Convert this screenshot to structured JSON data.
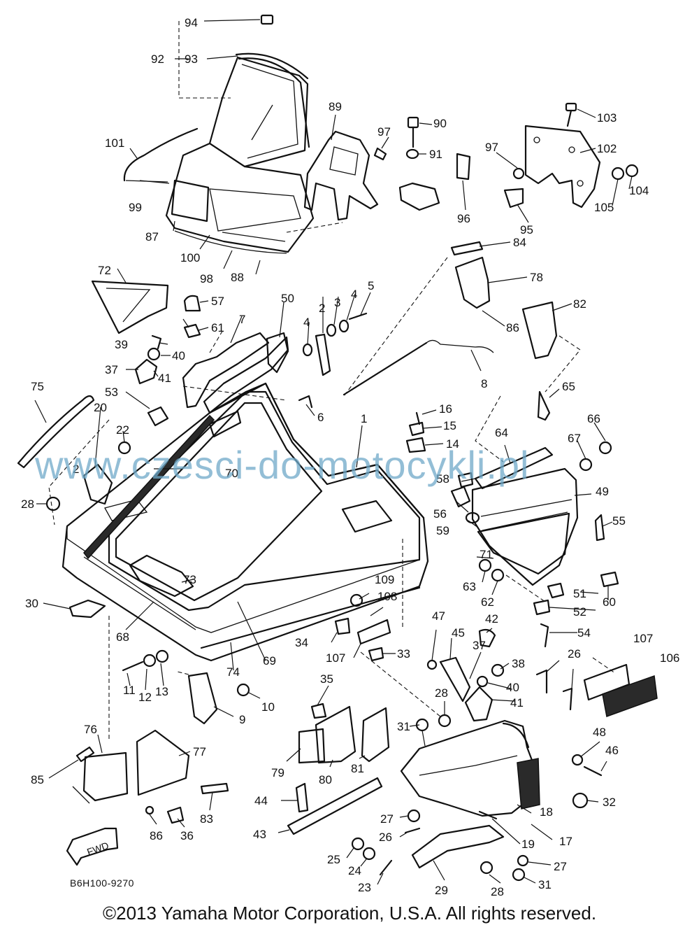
{
  "watermark": "www.czesci-do-motocykli.pl",
  "catalog_code": "B6H100-9270",
  "copyright": "©2013 Yamaha Motor Corporation, U.S.A. All rights reserved.",
  "direction_arrow": "FWD",
  "callouts": {
    "c1": "1",
    "c2": "2",
    "c2b": "2",
    "c3": "3",
    "c4": "4",
    "c4b": "4",
    "c5": "5",
    "c6": "6",
    "c7": "7",
    "c8": "8",
    "c9": "9",
    "c10": "10",
    "c11": "11",
    "c12": "12",
    "c13": "13",
    "c14": "14",
    "c15": "15",
    "c16": "16",
    "c17": "17",
    "c18": "18",
    "c19": "19",
    "c20": "20",
    "c22": "22",
    "c23": "23",
    "c24": "24",
    "c25": "25",
    "c26": "26",
    "c26b": "26",
    "c27": "27",
    "c27b": "27",
    "c28": "28",
    "c28b": "28",
    "c28c": "28",
    "c29": "29",
    "c30": "30",
    "c31": "31",
    "c31b": "31",
    "c32": "32",
    "c33": "33",
    "c34": "34",
    "c35": "35",
    "c36": "36",
    "c37": "37",
    "c37b": "37",
    "c38": "38",
    "c39": "39",
    "c40": "40",
    "c40b": "40",
    "c41": "41",
    "c41b": "41",
    "c42": "42",
    "c43": "43",
    "c44": "44",
    "c45": "45",
    "c46": "46",
    "c47": "47",
    "c48": "48",
    "c49": "49",
    "c50": "50",
    "c51": "51",
    "c52": "52",
    "c53": "53",
    "c54": "54",
    "c55": "55",
    "c56": "56",
    "c57": "57",
    "c58": "58",
    "c59": "59",
    "c60": "60",
    "c61": "61",
    "c62": "62",
    "c63": "63",
    "c64": "64",
    "c65": "65",
    "c66": "66",
    "c67": "67",
    "c68": "68",
    "c69": "69",
    "c70": "70",
    "c71": "71",
    "c72": "72",
    "c73": "73",
    "c74": "74",
    "c75": "75",
    "c76": "76",
    "c77": "77",
    "c78": "78",
    "c79": "79",
    "c80": "80",
    "c81": "81",
    "c82": "82",
    "c83": "83",
    "c84": "84",
    "c85": "85",
    "c86": "86",
    "c86b": "86",
    "c87": "87",
    "c88": "88",
    "c89": "89",
    "c90": "90",
    "c91": "91",
    "c92": "92",
    "c93": "93",
    "c94": "94",
    "c95": "95",
    "c96": "96",
    "c97": "97",
    "c97b": "97",
    "c98": "98",
    "c99": "99",
    "c100": "100",
    "c101": "101",
    "c102": "102",
    "c103": "103",
    "c104": "104",
    "c105": "105",
    "c106": "106",
    "c107": "107",
    "c107b": "107",
    "c108": "108",
    "c109": "109"
  }
}
